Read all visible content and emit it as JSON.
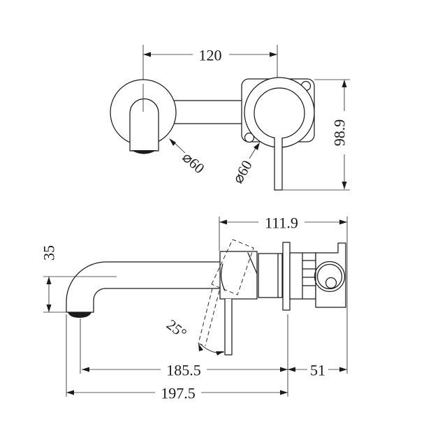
{
  "colors": {
    "ink": "#1b1b1b",
    "paper": "#ffffff"
  },
  "top_view": {
    "dim_center_distance": "120",
    "dim_spout_flange_diameter": "⌀60",
    "dim_mixer_flange_diameter": "⌀60",
    "dim_overall_height": "98.9"
  },
  "side_view": {
    "dim_body_length": "111.9",
    "dim_spout_drop": "35",
    "dim_handle_angle": "25°",
    "dim_reach_to_outlet": "185.5",
    "dim_inwall_depth": "51",
    "dim_overall_reach": "197.5"
  }
}
